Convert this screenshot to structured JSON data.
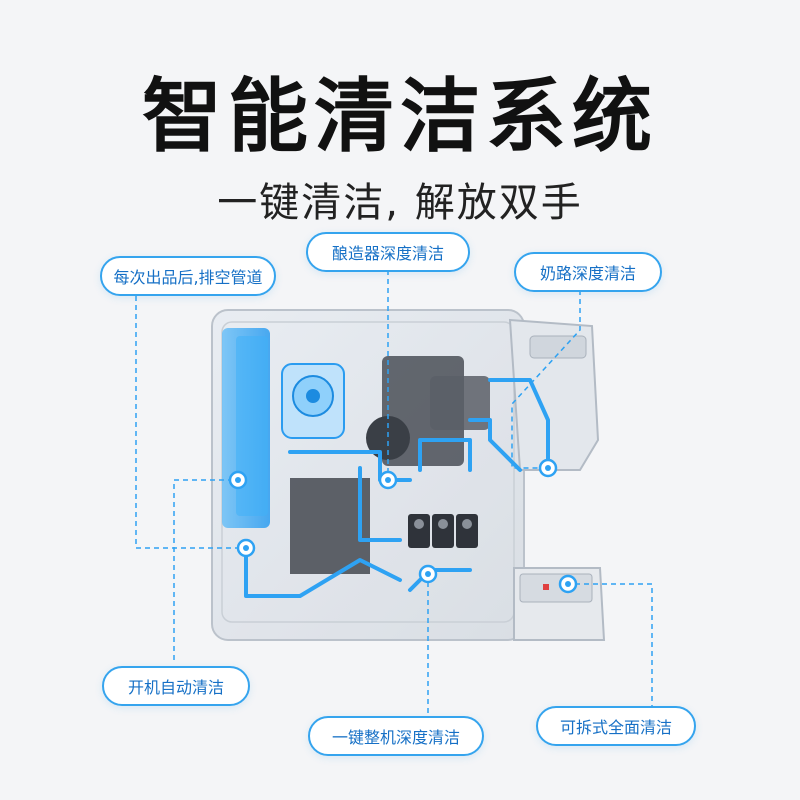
{
  "header": {
    "title": "智能清洁系统",
    "subtitle": "一键清洁, 解放双手"
  },
  "callouts": {
    "drain_after_brew": "每次出品后,排空管道",
    "brewer_deep_clean": "酿造器深度清洁",
    "milk_line_deep_clean": "奶路深度清洁",
    "auto_clean_on_start": "开机自动清洁",
    "one_key_full_clean": "一键整机深度清洁",
    "removable_full_clean": "可拆式全面清洁"
  },
  "colors": {
    "accent": "#35a4ee",
    "label_text": "#1670c6",
    "tank_blue": "#2b9cf0",
    "background": "#f4f5f7"
  }
}
